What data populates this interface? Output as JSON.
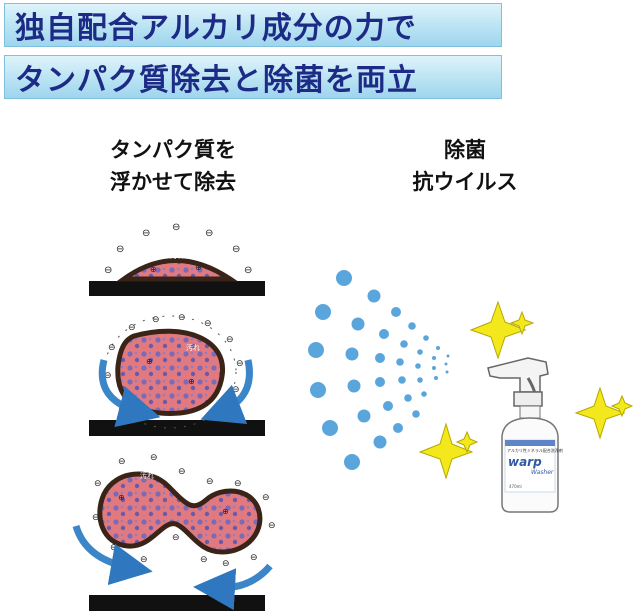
{
  "banner": {
    "line1": "独自配合アルカリ成分の力で",
    "line2": "タンパク質除去と除菌を両立"
  },
  "left_column": {
    "title_line1": "タンパク質を",
    "title_line2": "浮かせて除去"
  },
  "right_column": {
    "title_line1": "除菌",
    "title_line2": "抗ウイルス"
  },
  "diagram": {
    "stain_label": "汚れ",
    "charge_symbol": "⊖",
    "positive_symbol": "⊕"
  },
  "bottle": {
    "top_label": "アルカリ性ミネラル配合洗浄剤",
    "brand": "warp",
    "product": "Washer",
    "volume": "470ml"
  },
  "colors": {
    "banner_text": "#1d2a86",
    "banner_bg": "#b9e3f3",
    "spray_dot": "#5aa6dc",
    "sparkle": "#f2e81b",
    "stain_fill": "#e07a80",
    "stain_border": "#3a2418",
    "arrow": "#3a86c8"
  }
}
